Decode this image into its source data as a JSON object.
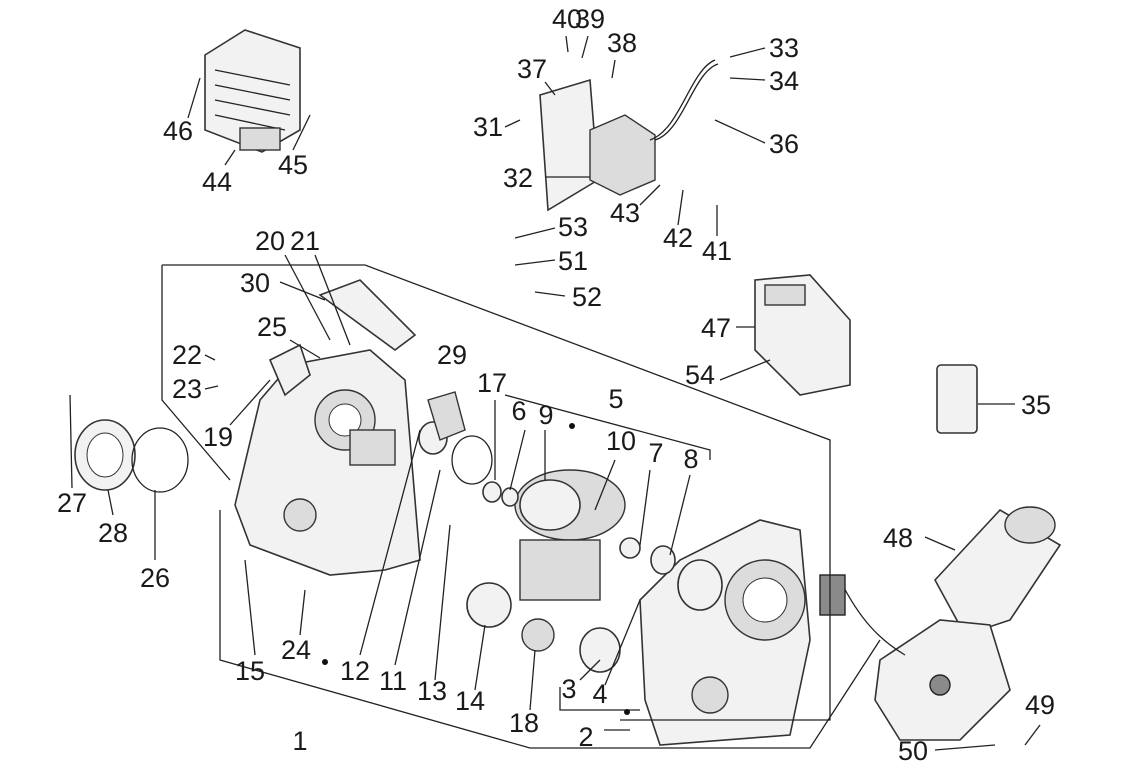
{
  "title": "Exploded parts diagram",
  "labels": [
    "1",
    "2",
    "3",
    "4",
    "5",
    "6",
    "7",
    "8",
    "9",
    "10",
    "11",
    "12",
    "13",
    "14",
    "15",
    "17",
    "18",
    "19",
    "20",
    "21",
    "22",
    "23",
    "24",
    "25",
    "26",
    "27",
    "28",
    "29",
    "30",
    "31",
    "32",
    "33",
    "34",
    "35",
    "36",
    "37",
    "38",
    "39",
    "40",
    "41",
    "42",
    "43",
    "44",
    "45",
    "46",
    "47",
    "48",
    "49",
    "50",
    "51",
    "52",
    "53",
    "54"
  ]
}
